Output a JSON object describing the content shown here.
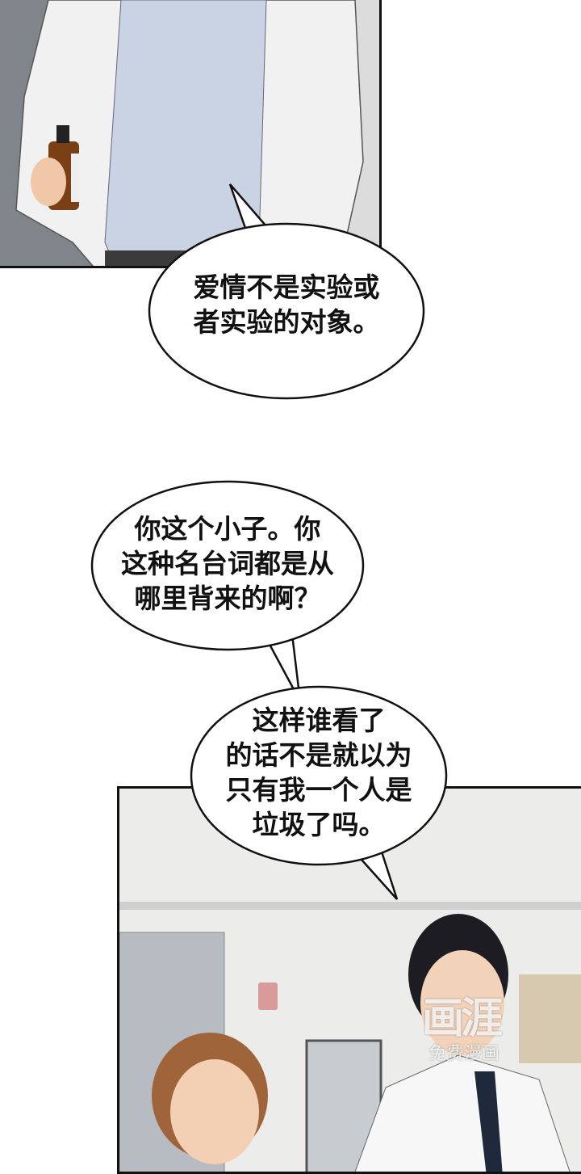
{
  "bubbles": [
    {
      "text": "爱情不是实验或\n者实验的对象。"
    },
    {
      "text": "你这个小子。你\n这种名台词都是从\n哪里背来的啊？"
    },
    {
      "text": "这样谁看了\n的话不是就以为\n只有我一个人是\n垃圾了吗。"
    }
  ],
  "watermark": {
    "logo": "画涯",
    "caption": "免费漫画"
  }
}
